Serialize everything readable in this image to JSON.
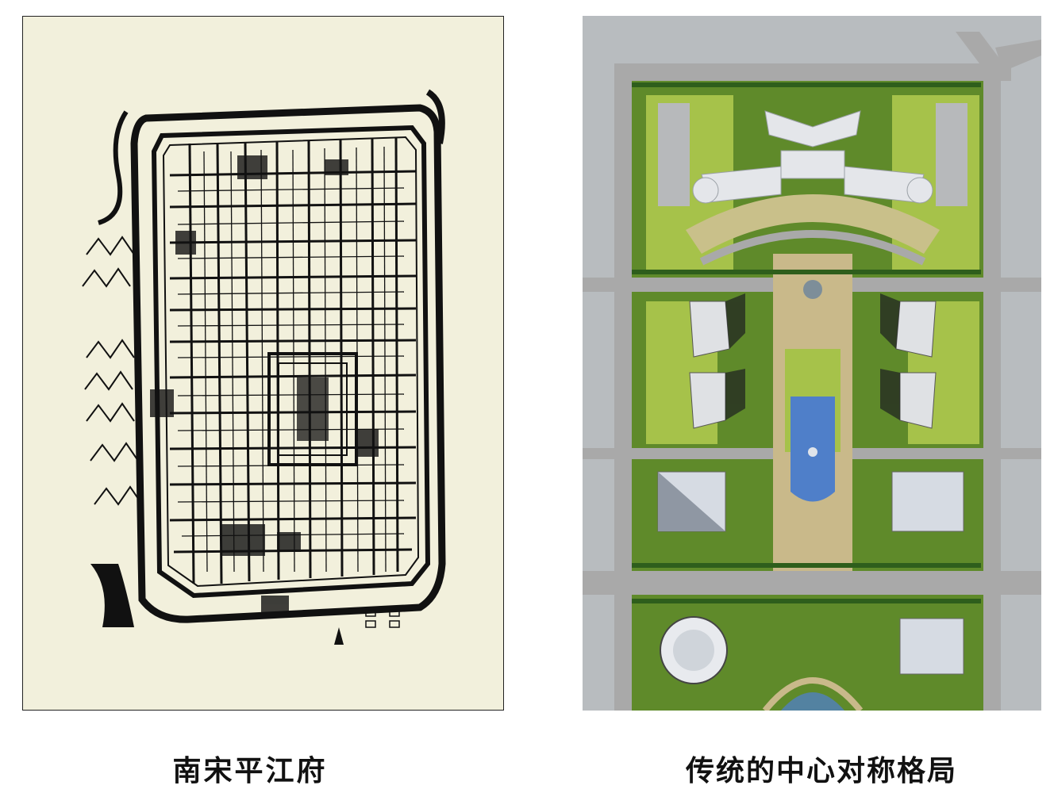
{
  "captions": {
    "left": "南宋平江府",
    "right": "传统的中心对称格局"
  },
  "colors": {
    "paper": "#f2f0dc",
    "ink": "#111111",
    "grass": "#5f8a2a",
    "grass_light": "#a6c24a",
    "road": "#a9a9a9",
    "water": "#4f7fc9",
    "building": "#e4e6ea",
    "tree": "#2e5e1c",
    "background_gray": "#b8bcbf"
  },
  "images": {
    "left": "pingjiang-map-image",
    "right": "symmetric-plan-image"
  }
}
